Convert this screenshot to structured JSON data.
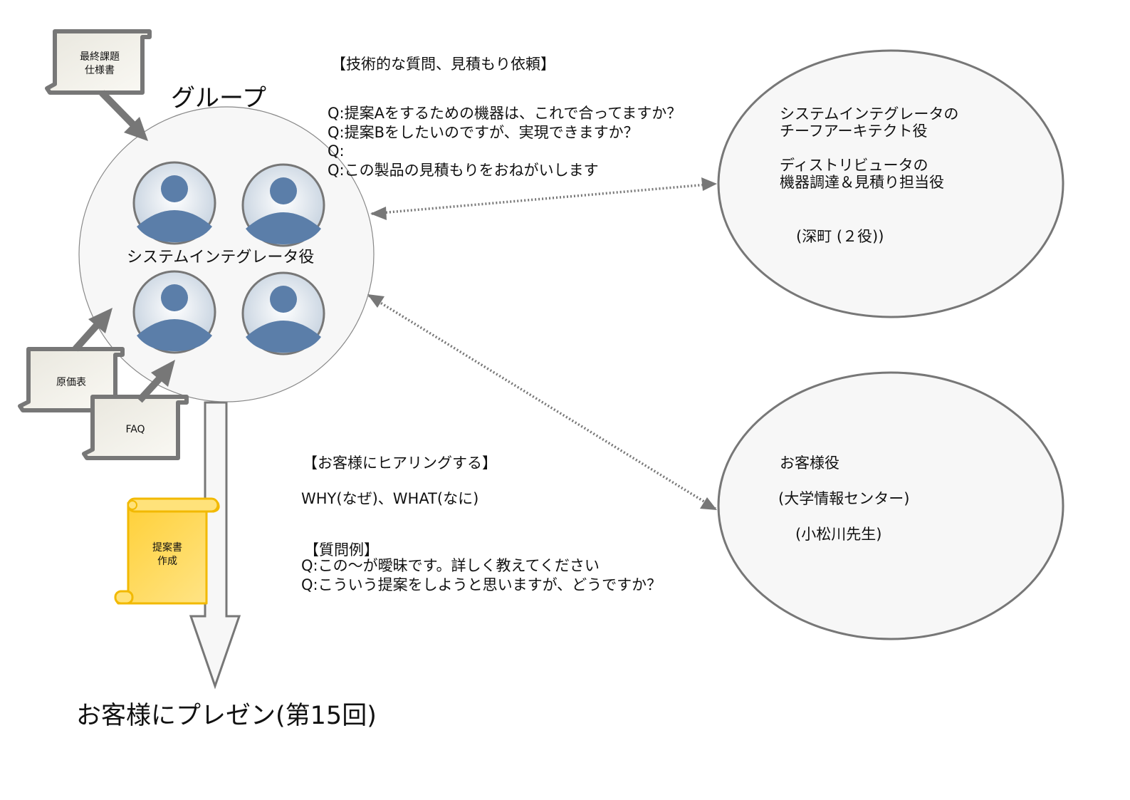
{
  "group": {
    "title": "グループ",
    "role_label": "システムインテグレータ役"
  },
  "documents": {
    "spec": "最終課題\n仕様書",
    "cost": "原価表",
    "faq": "FAQ",
    "proposal": "提案書\n作成"
  },
  "tech_questions": {
    "heading": "【技術的な質問、見積もり依頼】",
    "lines": "Q:提案Aをするための機器は、これで合ってますか？\nQ:提案Bをしたいのですが、実現できますか？\nQ:\nQ:この製品の見積もりをおねがいします"
  },
  "hearing": {
    "heading": "【お客様にヒアリングする】",
    "subtitle": "WHY(なぜ)、WHAT(なに)",
    "examples_heading": "【質問例】",
    "examples": "Q:この〜が曖昧です。詳しく教えてください\nQ:こういう提案をしようと思いますが、どうですか？"
  },
  "role_integrator": {
    "line1": "システムインテグレータの\nチーフアーキテクト役",
    "line2": "ディストリビュータの\n機器調達＆見積り担当役",
    "person": "(深町 (２役))"
  },
  "role_customer": {
    "role": "お客様役",
    "org": "(大学情報センター)",
    "person": "(小松川先生)"
  },
  "final_step": "お客様にプレゼン(第15回)",
  "colors": {
    "outline": "#777777",
    "arrow_fill": "#777777",
    "group_fill": "#f7f7f7",
    "doc_fill": "#f1efe6",
    "proposal_fill": "#ffd23f",
    "person_fill": "#5b7ea9",
    "person_bg": "#d6dfe9"
  },
  "icons": [
    "person-icon",
    "document-icon",
    "scroll-icon"
  ]
}
